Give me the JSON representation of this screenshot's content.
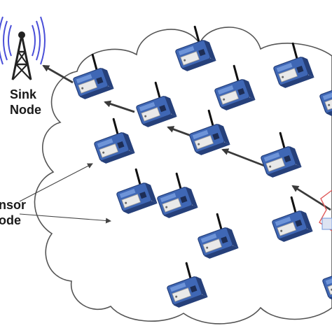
{
  "labels": {
    "sink_line1": "Sink",
    "sink_line2": "Node",
    "sensor_line1": "nsor",
    "sensor_line2": "ode"
  },
  "sensor_nodes": [
    {
      "id": "n01"
    },
    {
      "id": "n02"
    },
    {
      "id": "n03"
    },
    {
      "id": "n04"
    },
    {
      "id": "n05"
    },
    {
      "id": "n06"
    },
    {
      "id": "n07"
    },
    {
      "id": "n08"
    },
    {
      "id": "n09"
    },
    {
      "id": "n10"
    },
    {
      "id": "n11"
    },
    {
      "id": "n12"
    },
    {
      "id": "n13"
    },
    {
      "id": "n14"
    },
    {
      "id": "n15"
    }
  ],
  "data_path": [
    "n12",
    "n07",
    "n05",
    "n03",
    "n02",
    "sink"
  ],
  "colors": {
    "board": "#3f67b5",
    "board_dark": "#26407a",
    "board_light": "#6e94d8",
    "module": "#e9e9e9",
    "cloud_stroke": "#555555",
    "arrow": "#3a3a3a",
    "tower": "#222222",
    "waves": "#4a4fd8",
    "event": "#e05a5a"
  }
}
